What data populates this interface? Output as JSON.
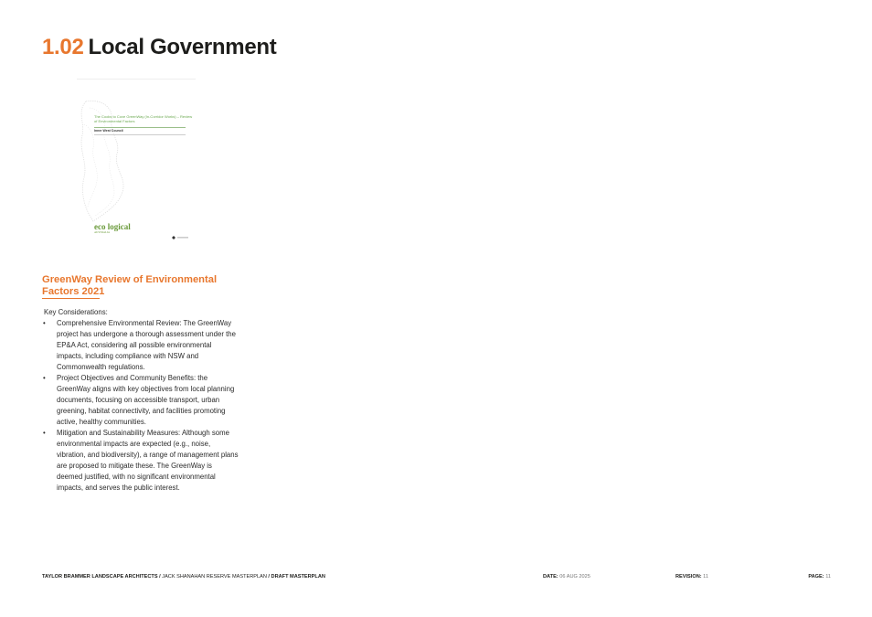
{
  "header": {
    "section_number": "1.02",
    "section_title": "Local Government"
  },
  "document_cover": {
    "title": "The Cooks to Cove GreenWay (In-Corridor Works) – Review of Environmental Factors",
    "council": "Inner West Council",
    "logo_left_text": "eco logical",
    "logo_left_subtext": "AUSTRALIA",
    "accent_color": "#6aa84f"
  },
  "content": {
    "heading": "GreenWay Review of Environmental Factors 2021",
    "intro": "Key Considerations:",
    "bullets": [
      "Comprehensive Environmental Review: The GreenWay project has undergone a thorough assessment under the EP&A Act, considering all possible environmental impacts, including compliance with NSW and Commonwealth regulations.",
      "Project Objectives and Community Benefits: the GreenWay aligns with key objectives from local planning documents, focusing on accessible transport, urban greening, habitat connectivity, and facilities promoting active, healthy communities.",
      "Mitigation and Sustainability Measures: Although some environmental impacts are expected (e.g., noise, vibration, and biodiversity), a range of management plans are proposed to mitigate these. The GreenWay is deemed justified, with no significant environmental impacts, and serves the public interest."
    ],
    "bullet_symbol": "•"
  },
  "footer": {
    "company": "TAYLOR BRAMMER LANDSCAPE ARCHITECTS",
    "separator": " / ",
    "project": "JACK SHANAHAN RESERVE MASTERPLAN",
    "document": "DRAFT MASTERPLAN",
    "date_label": "DATE:",
    "date_value": "06 AUG 2025",
    "revision_label": "REVISION:",
    "revision_value": "11",
    "page_label": "PAGE:",
    "page_value": "11"
  },
  "colors": {
    "accent_orange": "#e8772e",
    "text_dark": "#1d1d1b"
  }
}
